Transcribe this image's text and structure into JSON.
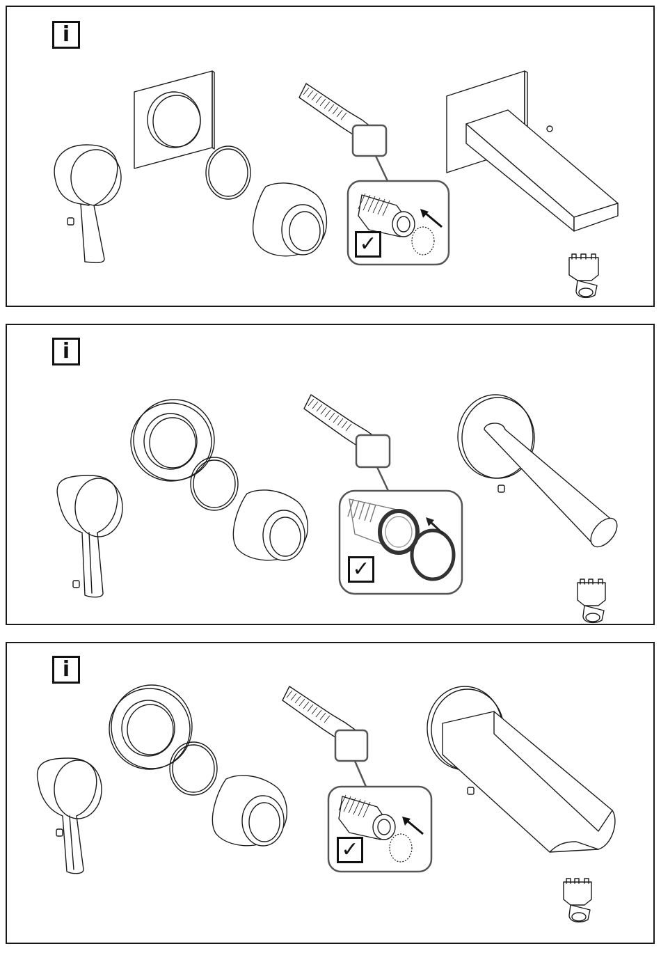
{
  "panels": [
    {
      "info_glyph": "i",
      "check_glyph": "✓",
      "variant": "square-plate"
    },
    {
      "info_glyph": "i",
      "check_glyph": "✓",
      "variant": "round-plate"
    },
    {
      "info_glyph": "i",
      "check_glyph": "✓",
      "variant": "round-plate-angled-spout"
    }
  ],
  "icons": [
    "info-icon",
    "check-icon",
    "arrow-icon",
    "o-ring-icon",
    "wrench-tool-icon"
  ]
}
